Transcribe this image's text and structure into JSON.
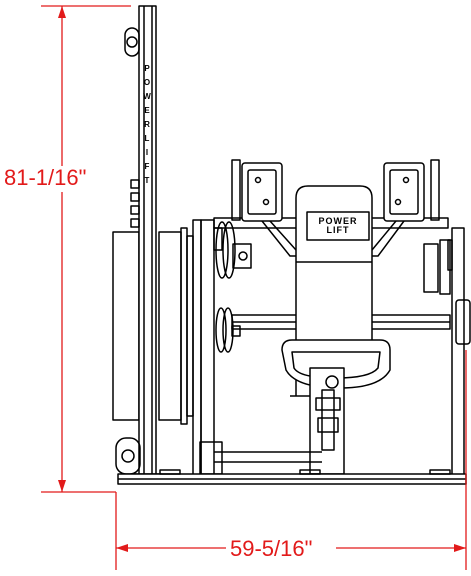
{
  "dimensions": {
    "height": "81-1/16\"",
    "width": "59-5/16\""
  },
  "colors": {
    "dimension": "#e21a1a",
    "line": "#000000",
    "background": "#ffffff"
  },
  "upright_branding": [
    "P",
    "O",
    "W",
    "E",
    "R",
    "L",
    "I",
    "F",
    "T"
  ],
  "seat_branding": "POWER LIFT"
}
